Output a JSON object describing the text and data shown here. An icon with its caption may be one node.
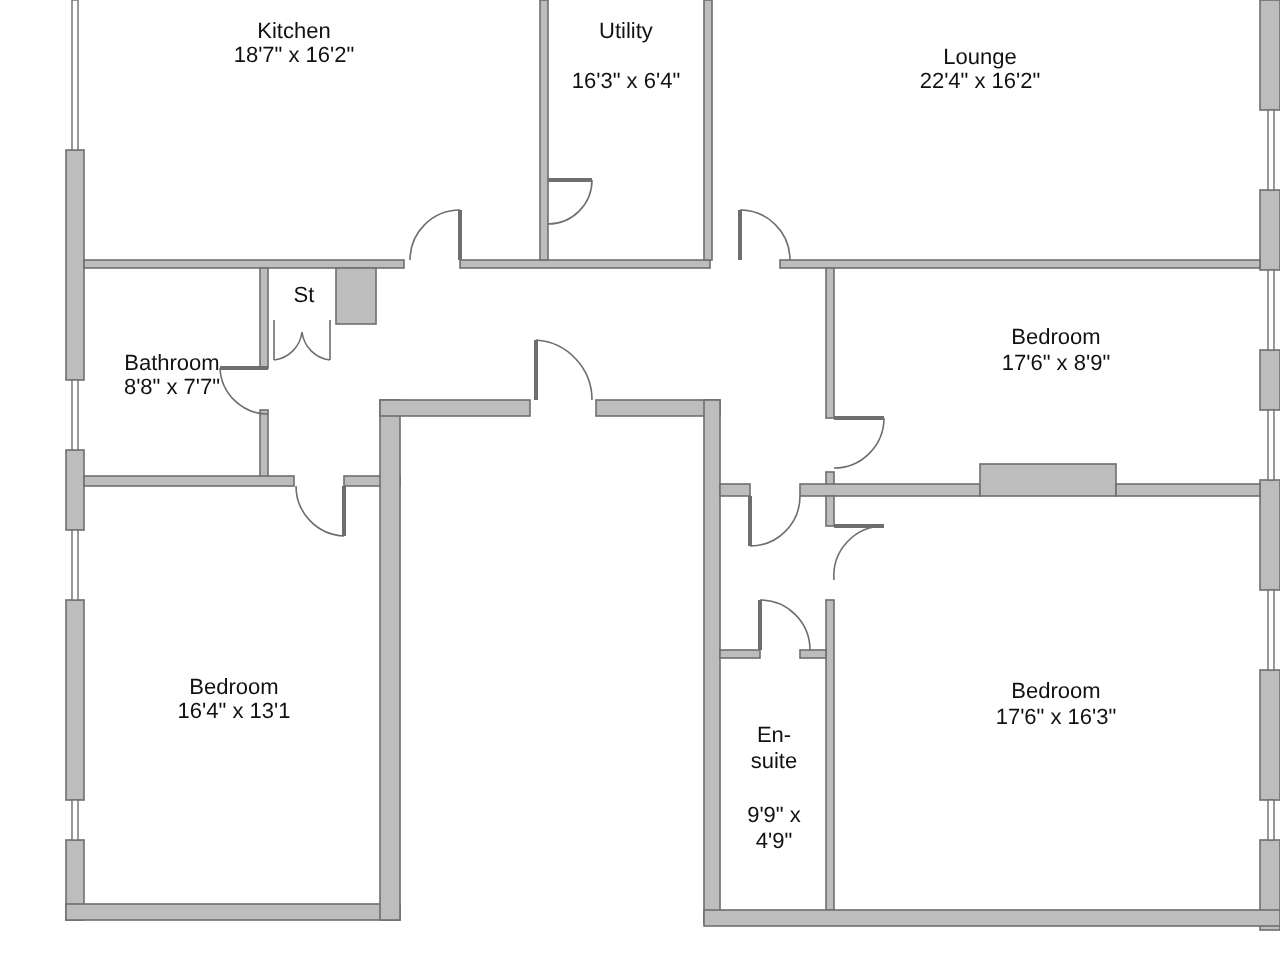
{
  "diagram": {
    "labels": [
      "Kitchen",
      "18'7\" x 16'2\"",
      "Utility",
      "16'3\" x 6'4\"",
      "Lounge",
      "22'4\" x 16'2\"",
      "St",
      "Bedroom",
      "17'6\" x 8'9\"",
      "Bathroom",
      "8'8\" x 7'7\"",
      "Bedroom",
      "16'4\" x 13'1",
      "Bedroom",
      "17'6\" x 16'3\"",
      "En-suite",
      "9'9\" x 4'9\""
    ]
  }
}
